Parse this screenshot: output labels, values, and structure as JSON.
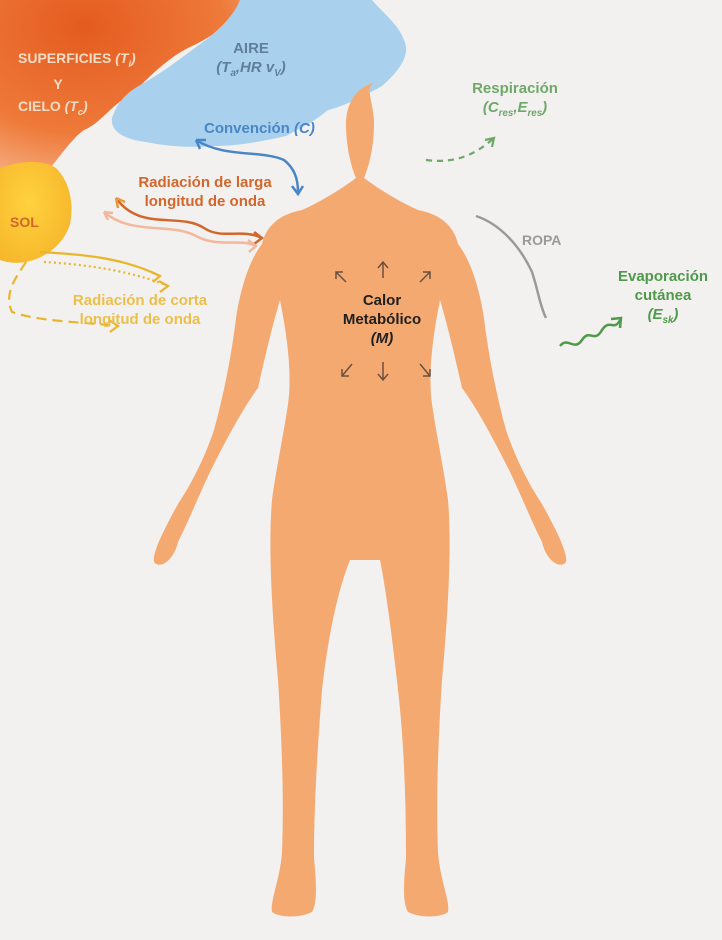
{
  "colors": {
    "background": "#f2f1f0",
    "body": "#f4a970",
    "surfaces": "#e45b1f",
    "sun": "#fbc633",
    "air": "#a9d1ee",
    "convection": "#4a86c5",
    "longwave": "#d3662b",
    "shortwave": "#e8b52b",
    "respiration": "#6fa86a",
    "evaporation": "#4f9a4a",
    "clothing": "#9a9a9a",
    "metabolic_arrow": "#6b5040"
  },
  "labels": {
    "surfaces": {
      "line1_text": "SUPERFICIES ",
      "line1_symbol": "(T",
      "line1_sub": "i",
      "line1_close": ")",
      "line2": "Y",
      "line3_text": "CIELO ",
      "line3_symbol": "(T",
      "line3_sub": "c",
      "line3_close": ")"
    },
    "air": {
      "title": "AIRE",
      "sym_open": "(T",
      "sub_a": "a",
      "sym_mid": ",HR v",
      "sub_v": "V",
      "sym_close": ")"
    },
    "convection": {
      "text": "Convención ",
      "symbol": "(C)"
    },
    "longwave": {
      "line1": "Radiación de larga",
      "line2": "longitud de onda"
    },
    "sun": {
      "text": "SOL"
    },
    "shortwave": {
      "line1": "Radiación de corta",
      "line2": "longitud de onda"
    },
    "metabolic": {
      "line1": "Calor",
      "line2": "Metabólico",
      "symbol": "(M)"
    },
    "respiration": {
      "title": "Respiración",
      "sym_open": "(C",
      "sub_res1": "res",
      "sym_mid": ",E",
      "sub_res2": "res",
      "sym_close": ")"
    },
    "clothing": {
      "text": "ROPA"
    },
    "evaporation": {
      "line1": "Evaporación",
      "line2": "cutánea",
      "sym_open": "(E",
      "sub": "sk",
      "sym_close": ")"
    }
  }
}
